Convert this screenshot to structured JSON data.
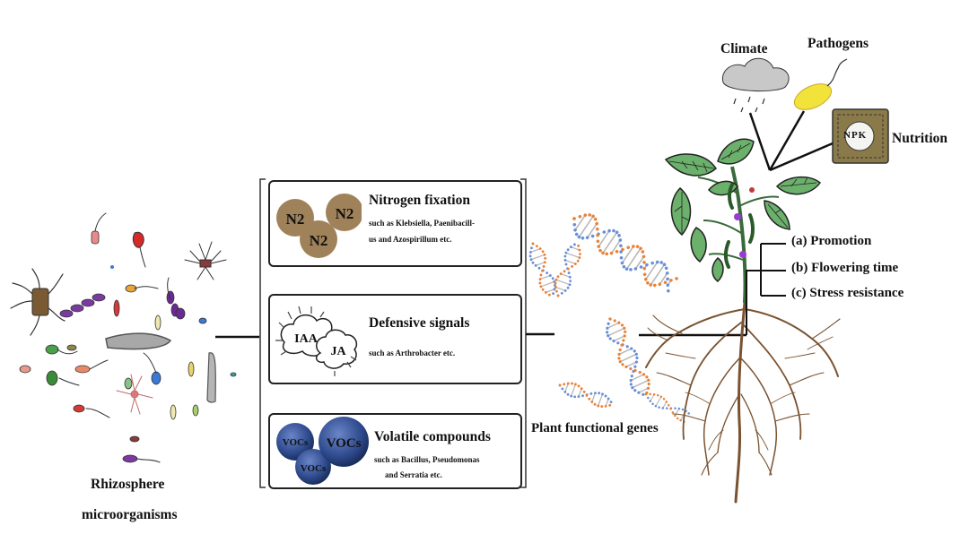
{
  "left_label": {
    "line1": "Rhizosphere",
    "line2": "microorganisms"
  },
  "mechanisms": [
    {
      "title": "Nitrogen fixation",
      "desc_line1": "such as Klebsiella, Paenibacill-",
      "desc_line2": "us and Azospirillum etc.",
      "molecule_label": "N2"
    },
    {
      "title": "Defensive signals",
      "desc_line1": "such as Arthrobacter etc.",
      "cloud_label_1": "IAA",
      "cloud_label_2": "JA"
    },
    {
      "title": "Volatile compounds",
      "desc_line1": "such as Bacillus, Pseudomonas",
      "desc_line2": "and Serratia etc.",
      "sphere_label": "VOCs"
    }
  ],
  "genes_label": "Plant functional genes",
  "factors": {
    "climate": "Climate",
    "pathogens": "Pathogens",
    "nutrition": "Nutrition",
    "npk_bag": "NPK"
  },
  "outcomes": [
    "(a) Promotion",
    "(b) Flowering time",
    "(c) Stress resistance"
  ],
  "colors": {
    "n2_circle": "#a0825a",
    "voc_sphere": "#2e4a8c",
    "leaf": "#6bb06b",
    "root": "#7a5230",
    "pathogen": "#f2e33a",
    "npk_bag": "#8a7a4a",
    "dna_blue": "#6a8fd8",
    "dna_orange": "#e8833a"
  }
}
